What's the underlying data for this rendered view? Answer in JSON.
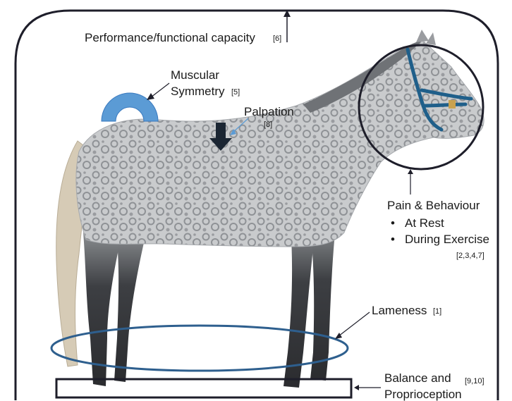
{
  "labels": {
    "performance": "Performance/functional capacity",
    "performance_ref": "[6]",
    "muscular_line1": "Muscular",
    "muscular_line2": "Symmetry",
    "muscular_ref": "[5]",
    "palpation": "Palpation",
    "palpation_ref": "[8]",
    "pain_title": "Pain & Behaviour",
    "pain_items": [
      "At Rest",
      "During Exercise"
    ],
    "pain_ref": "[2,3,4,7]",
    "lameness": "Lameness",
    "lameness_ref": "[1]",
    "balance_line1": "Balance and",
    "balance_line2": "Proprioception",
    "balance_ref": "[9,10]"
  },
  "colors": {
    "frame": "#1e1e2a",
    "accent_blue": "#5b9bd5",
    "ellipse": "#2e5f8e",
    "halter": "#1f5f8a",
    "arrow_dark": "#1b2633",
    "horse_coat": "#c9cbcd",
    "horse_dapple": "#8f9296",
    "horse_legs": "#3a3c40",
    "tail": "#d6cbb6"
  },
  "icons": [
    "protractor-icon",
    "down-arrow-icon",
    "up-arrow-icon"
  ]
}
